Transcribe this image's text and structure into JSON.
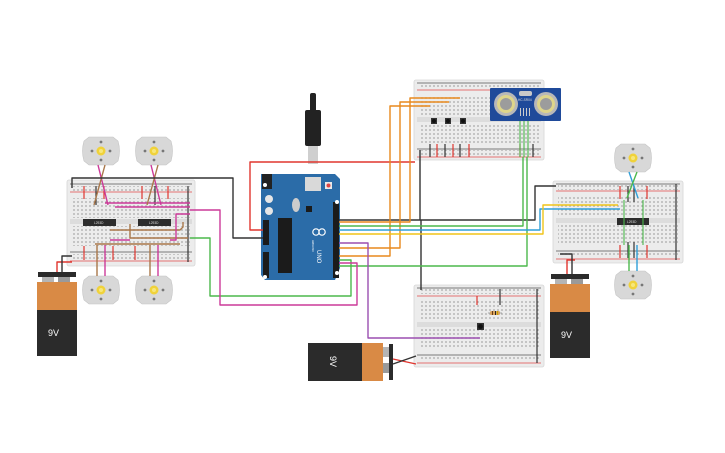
{
  "canvas": {
    "background": "#ffffff"
  },
  "colors": {
    "wire_red": "#e0362f",
    "wire_black": "#333333",
    "wire_orange": "#e8891d",
    "wire_green": "#4cb84c",
    "wire_blue": "#2f9fd8",
    "wire_yellow": "#f0c419",
    "wire_purple": "#9b4fb0",
    "wire_pink": "#cc3a99",
    "wire_brown": "#a9774a",
    "arduino_blue": "#2b6ca8",
    "battery_orange": "#d98a45",
    "battery_black": "#2b2b2b",
    "motor_grey": "#d8d8d8",
    "motor_hub": "#f0d23a",
    "sensor_blue": "#1f4a9a"
  },
  "components": {
    "arduino": {
      "label": "UNO",
      "brand": "ARDUINO"
    },
    "ultrasonic_sensor": {
      "label": "HC-SR04"
    },
    "driver_chips": [
      {
        "label": "L293D"
      },
      {
        "label": "L293D"
      },
      {
        "label": "L293D"
      }
    ],
    "batteries": [
      {
        "label": "9V"
      },
      {
        "label": "9V"
      },
      {
        "label": "9V"
      }
    ],
    "motors": [
      {
        "name": "motor-left-top-1"
      },
      {
        "name": "motor-left-top-2"
      },
      {
        "name": "motor-left-bottom-1"
      },
      {
        "name": "motor-left-bottom-2"
      },
      {
        "name": "motor-right-top"
      },
      {
        "name": "motor-right-bottom"
      }
    ],
    "push_buttons": 4,
    "resistors": 1
  }
}
